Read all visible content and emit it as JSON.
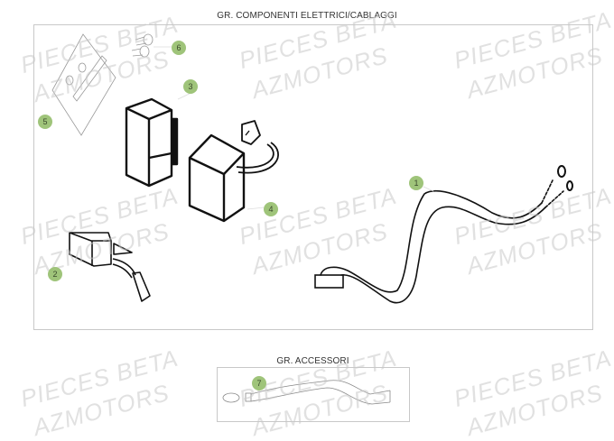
{
  "sections": [
    {
      "title": "GR. COMPONENTI ELETTRICI/CABLAGGI",
      "callouts": [
        "1",
        "2",
        "3",
        "4",
        "5",
        "6"
      ]
    },
    {
      "title": "GR. ACCESSORI",
      "callouts": [
        "7"
      ]
    }
  ],
  "watermark": {
    "line1": "PIECES BETA",
    "line2": "AZMOTORS"
  },
  "colors": {
    "badge": "#9fc47a",
    "frame": "#c8c8c8"
  }
}
